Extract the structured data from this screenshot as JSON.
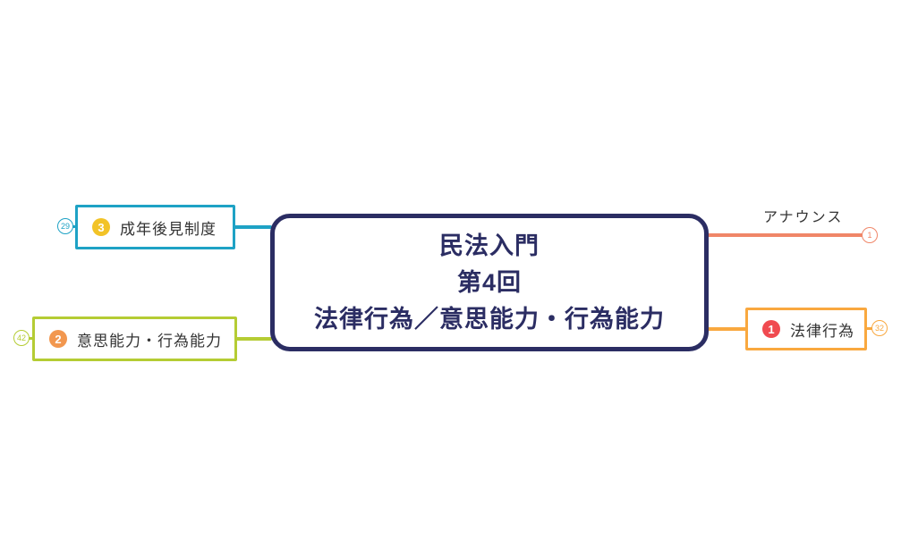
{
  "center": {
    "lines": [
      "民法入門",
      "第4回",
      "法律行為／意思能力・行為能力"
    ],
    "border_color": "#2b2d63",
    "text_color": "#2b2d63"
  },
  "branches": {
    "guardianship": {
      "label": "成年後見制度",
      "priority_badge": "3",
      "badge_color": "#f2c327",
      "count": "29",
      "branch_color": "#1ea2c5"
    },
    "capacity": {
      "label": "意思能力・行為能力",
      "priority_badge": "2",
      "badge_color": "#f2974f",
      "count": "42",
      "branch_color": "#b5cc34"
    },
    "announce": {
      "label": "アナウンス",
      "count": "1",
      "branch_color": "#f08668"
    },
    "legal_act": {
      "label": "法律行為",
      "priority_badge": "1",
      "badge_color": "#f04a50",
      "count": "32",
      "branch_color": "#f9a83f"
    }
  },
  "colors": {
    "background": "#ffffff",
    "label_text": "#333333"
  }
}
